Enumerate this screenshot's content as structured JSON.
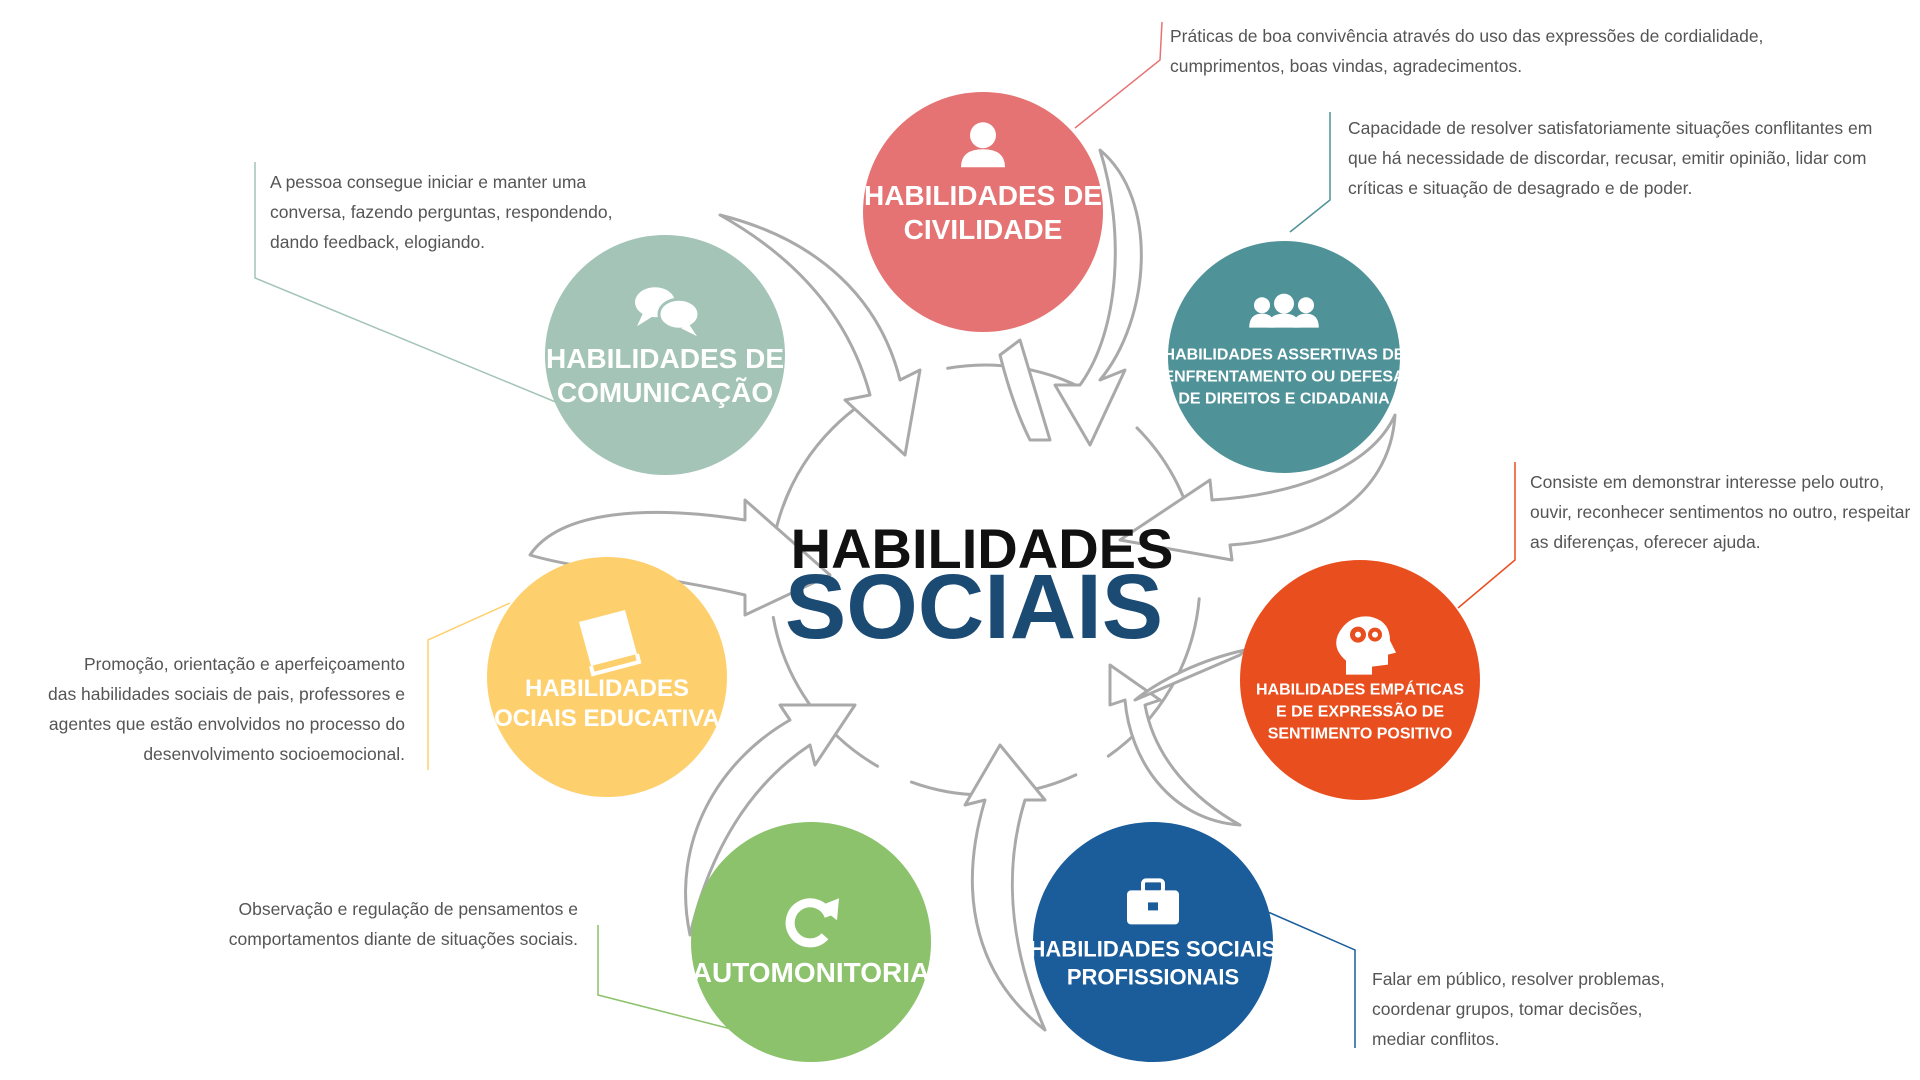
{
  "center": {
    "line1": "HABILIDADES",
    "line2": "SOCIAIS"
  },
  "colors": {
    "civilidade": "#e57373",
    "assertivas": "#4f9298",
    "empaticas": "#e94e1f",
    "profissionais": "#1a5d9a",
    "automonitoria": "#8bc26b",
    "educativas": "#fdd06d",
    "comunicacao": "#a3c4b7",
    "title_dark": "#111111",
    "title_blue": "#1b4a73",
    "arrow_stroke": "#a9a9a9",
    "desc_text": "#555555"
  },
  "nodes": {
    "civilidade": {
      "icon": "person-icon",
      "title": [
        "HABILIDADES DE",
        "CIVILIDADE"
      ],
      "desc": [
        "Práticas de boa convivência através do uso das expressões de cordialidade,",
        "cumprimentos, boas vindas, agradecimentos."
      ]
    },
    "assertivas": {
      "icon": "group-icon",
      "title": [
        "HABILIDADES ASSERTIVAS DE",
        "ENFRENTAMENTO OU DEFESA",
        "DE DIREITOS E CIDADANIA"
      ],
      "desc": [
        "Capacidade de resolver satisfatoriamente situações conflitantes em",
        "que há necessidade de discordar, recusar, emitir opinião, lidar com",
        "críticas e situação de desagrado e de poder."
      ]
    },
    "empaticas": {
      "icon": "head-gears-icon",
      "title": [
        "HABILIDADES EMPÁTICAS",
        "E DE EXPRESSÃO DE",
        "SENTIMENTO POSITIVO"
      ],
      "desc": [
        "Consiste em demonstrar interesse pelo outro,",
        "ouvir, reconhecer sentimentos no outro, respeitar",
        "as diferenças, oferecer ajuda."
      ]
    },
    "profissionais": {
      "icon": "briefcase-icon",
      "title": [
        "HABILIDADES SOCIAIS",
        "PROFISSIONAIS"
      ],
      "desc": [
        "Falar em público, resolver problemas,",
        "coordenar grupos, tomar decisões,",
        "mediar conflitos."
      ]
    },
    "automonitoria": {
      "icon": "refresh-icon",
      "title": [
        "AUTOMONITORIA"
      ],
      "desc": [
        "Observação e regulação de pensamentos e",
        "comportamentos diante de situações sociais."
      ]
    },
    "educativas": {
      "icon": "book-icon",
      "title": [
        "HABILIDADES",
        "SOCIAIS EDUCATIVAS"
      ],
      "desc": [
        "Promoção, orientação e aperfeiçoamento",
        "das habilidades sociais de pais, professores e",
        "agentes que estão envolvidos no processo do",
        "desenvolvimento socioemocional."
      ]
    },
    "comunicacao": {
      "icon": "speech-bubbles-icon",
      "title": [
        "HABILIDADES DE",
        "COMUNICAÇÃO"
      ],
      "desc": [
        "A pessoa consegue iniciar e manter uma",
        "conversa, fazendo perguntas, respondendo,",
        "dando feedback, elogiando."
      ]
    }
  }
}
